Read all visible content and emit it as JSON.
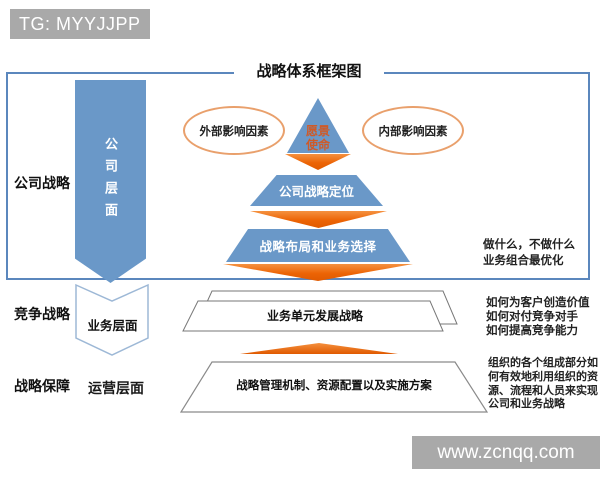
{
  "badges": {
    "tg": "TG: MYYJJPP",
    "site": "www.zcnqq.com"
  },
  "title": "战略体系框架图",
  "left_labels": {
    "corporate": "公司战略",
    "competitive": "竞争战略",
    "guarantee": "战略保障"
  },
  "layers": {
    "corporate": "公司层面",
    "business": "业务层面",
    "operations": "运营层面"
  },
  "factors": {
    "external": "外部影响因素",
    "internal": "内部影响因素"
  },
  "pyramid": {
    "vision": [
      "愿景",
      "使命"
    ],
    "positioning": "公司战略定位",
    "layout": "战略布局和业务选择"
  },
  "business_unit_strategy": "业务单元发展战略",
  "operations_plan": "战略管理机制、资源配置以及实施方案",
  "annotations": {
    "corporate": [
      "做什么，不做什么",
      "业务组合最优化"
    ],
    "business": [
      "如何为客户创造价值",
      "如何对付竞争对手",
      "如何提高竞争能力"
    ],
    "operations": "组织的各个组成部分如何有效地利用组织的资源、流程和人员来实现公司和业务战略"
  },
  "colors": {
    "blue": "#6a98c8",
    "orange": "#ec6405",
    "box_border": "#5b87bd",
    "oval_border": "#e9a06c",
    "gray_badge": "#a9a9a9"
  }
}
